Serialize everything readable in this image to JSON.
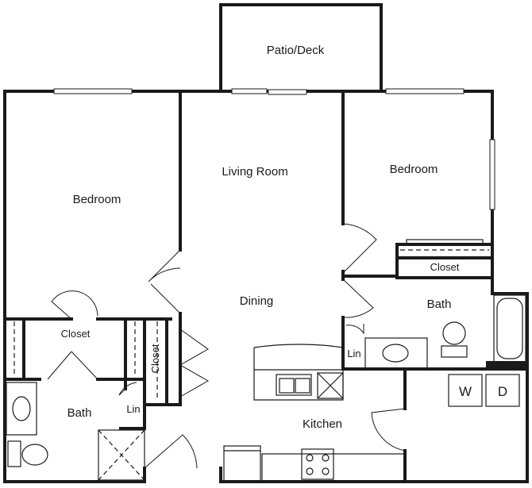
{
  "rooms": {
    "patio": "Patio/Deck",
    "bedroom_left": "Bedroom",
    "living": "Living Room",
    "bedroom_right": "Bedroom",
    "dining": "Dining",
    "closet_left": "Closet",
    "closet_vertical": "Closet",
    "closet_right": "Closet",
    "bath_right": "Bath",
    "bath_left": "Bath",
    "lin_right": "Lin",
    "lin_left": "Lin",
    "kitchen": "Kitchen"
  },
  "appliances": {
    "washer": "W",
    "dryer": "D"
  },
  "colors": {
    "wall": "#1a1a1a",
    "background": "#ffffff"
  }
}
